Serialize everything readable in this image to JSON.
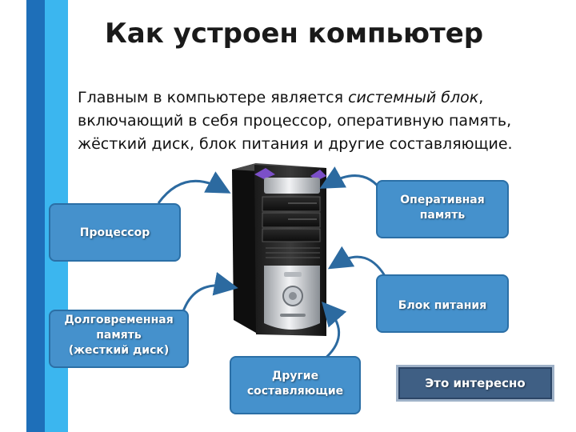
{
  "slide": {
    "title": "Как устроен компьютер",
    "intro_part1": "Главным в компьютере является ",
    "intro_emphasis": "системный блок",
    "intro_part2": ", включающий в себя процессор, оперативную память, жёсткий диск, блок питания и другие составляющие."
  },
  "components": {
    "cpu": "Процессор",
    "ram_line1": "Оперативная",
    "ram_line2": "память",
    "psu": "Блок питания",
    "hdd_line1": "Долговременная",
    "hdd_line2": "память",
    "hdd_line3": "(жесткий диск)",
    "other_line1": "Другие",
    "other_line2": "составляющие"
  },
  "button": {
    "interesting_label": "Это интересно"
  },
  "colors": {
    "box_fill": "#4591cc",
    "stripe_dark": "#1e6fb9",
    "stripe_light": "#3bb6ef",
    "button_fill": "#3f5f84"
  },
  "icons": {
    "computer": "system-unit-tower",
    "arrows": "curved-arrow"
  }
}
